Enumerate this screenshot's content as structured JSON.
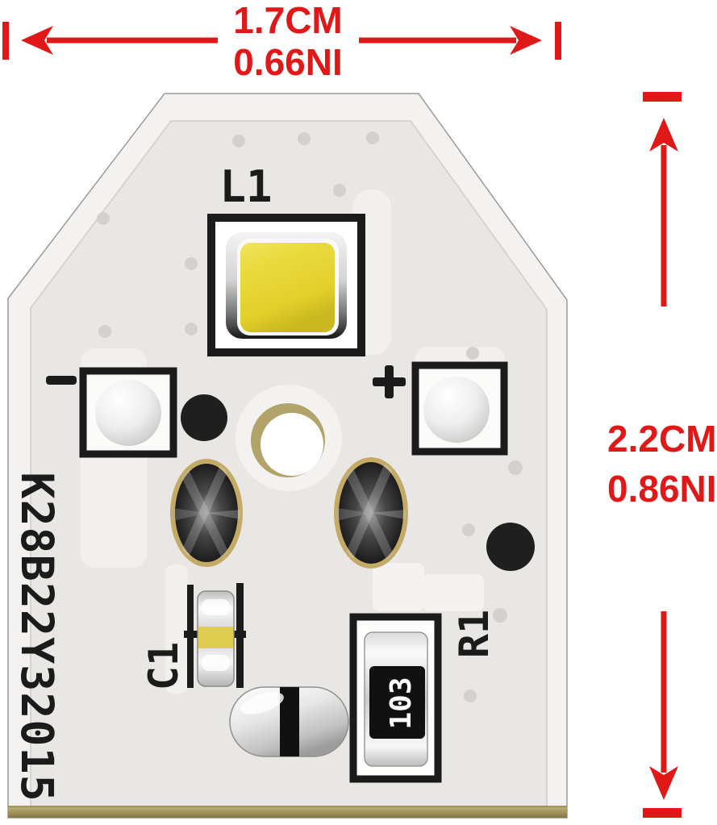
{
  "dimension_annotations": {
    "accent_color": "#e01818",
    "top": {
      "value_cm": "1.7CM",
      "value_in": "0.66NI"
    },
    "right": {
      "value_cm": "2.2CM",
      "value_in": "0.86NI"
    }
  },
  "pcb": {
    "body_color": "#f2f1ef",
    "inner_color": "#e9e7e4",
    "bottom_edge_color": "#a3945c",
    "silkscreen_color": "#1b1b1b",
    "led": {
      "label": "L1",
      "chip_color": "#e6d532"
    },
    "polarity": {
      "negative": "−",
      "positive": "+"
    },
    "serial_number": "K28B22Y32015",
    "capacitor": {
      "label": "C1"
    },
    "resistor": {
      "label": "R1",
      "marking": "103"
    }
  }
}
